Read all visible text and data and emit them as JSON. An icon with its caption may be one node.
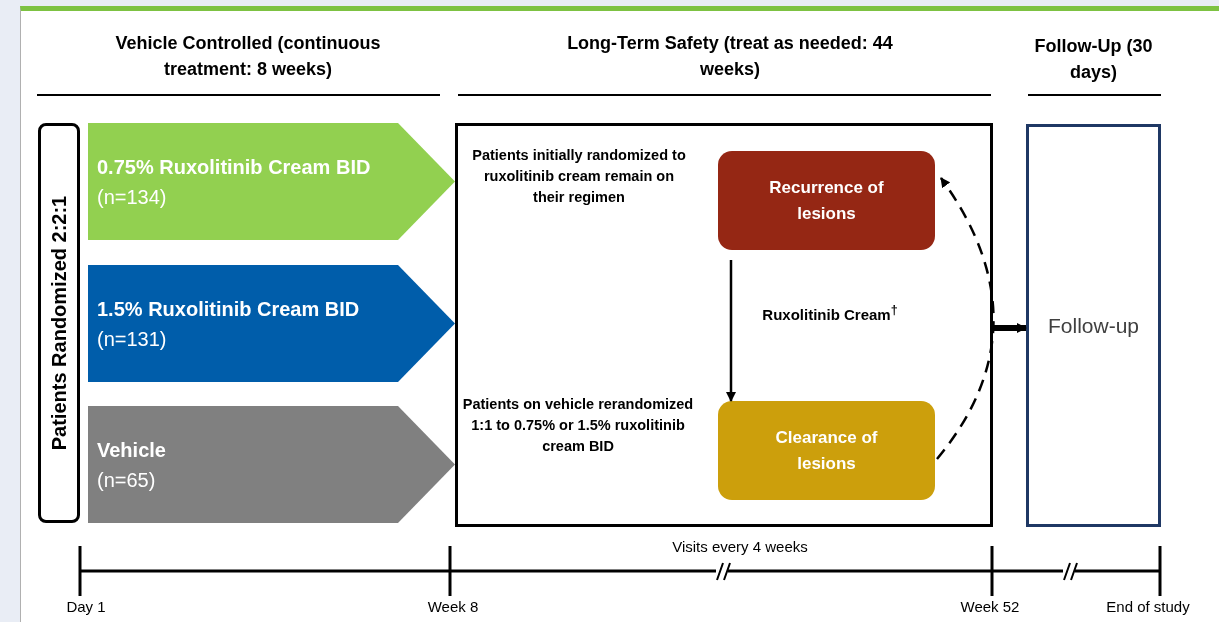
{
  "diagram": {
    "nodes": [
      {
        "text": [
          "Patients Randomized 2:2:1"
        ]
      },
      {
        "text": [
          "0.75% Ruxolitinib Cream BID",
          "(n=134)"
        ]
      },
      {
        "text": [
          "1.5% Ruxolitinib Cream BID",
          "(n=131)"
        ]
      },
      {
        "text": [
          "Vehicle",
          "(n=65)"
        ]
      },
      {
        "text": [],
        "shape": "box"
      },
      {
        "text": [
          "Recurrence of lesions"
        ],
        "in": 4
      },
      {
        "text": [
          "Clearance of lesions"
        ],
        "in": 4
      },
      {
        "text": [
          "Follow-up"
        ]
      }
    ],
    "edges": [
      {
        "from": 5,
        "to": 6,
        "arrow": "to",
        "label": "Ruxolitinib Cream$^{†}$"
      },
      {
        "from": 6,
        "to": 5,
        "arrow": "to",
        "style": "dashed"
      },
      {
        "from": 4,
        "to": 7,
        "arrow": "to",
        "style": "thick"
      }
    ],
    "labels": [
      "Vehicle Controlled (continuous treatment: 8 weeks)",
      "Long-Term Safety (treat as needed: 44 weeks)",
      "Follow-Up (30 days)",
      "Patients initially randomized to ruxolitinib cream remain on their regimen",
      "Patients on vehicle rerandomized 1:1 to 0.75% or 1.5% ruxolitinib cream BID",
      "Visits every 4 weeks",
      "Day 1",
      "Week 8",
      "Week 52",
      "End of study"
    ]
  }
}
